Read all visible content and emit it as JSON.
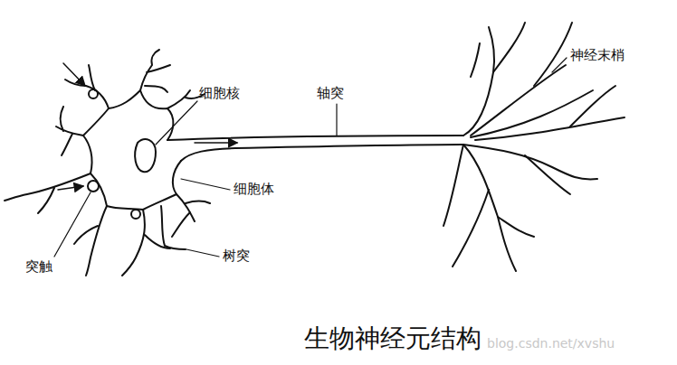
{
  "diagram": {
    "caption": "生物神经元结构",
    "labels": [
      "神经末梢",
      "细胞核",
      "轴突",
      "细胞体",
      "突触",
      "树突",
      "blog.csdn.net/xvshu"
    ]
  }
}
